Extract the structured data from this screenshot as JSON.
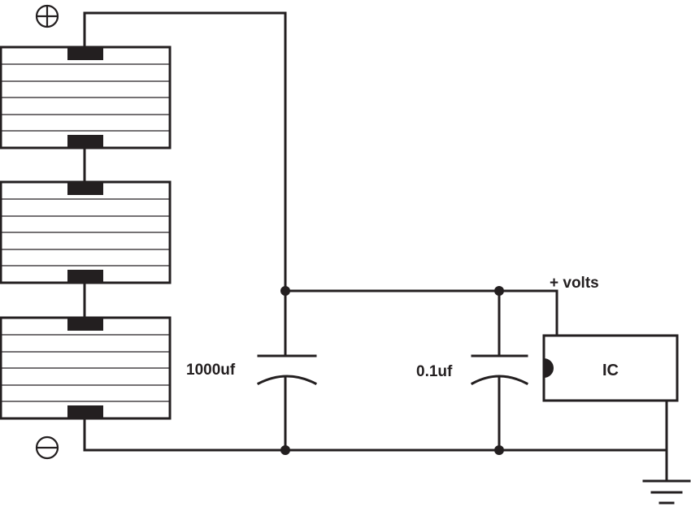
{
  "labels": {
    "capacitor_large": "1000uf",
    "capacitor_small": "0.1uf",
    "supply": "+ volts",
    "ic": "IC"
  },
  "colors": {
    "ink": "#231f20",
    "background": "#ffffff"
  },
  "icons": {
    "positive_terminal": "circle-plus-icon",
    "negative_terminal": "circle-minus-icon",
    "ground": "ground-icon"
  }
}
